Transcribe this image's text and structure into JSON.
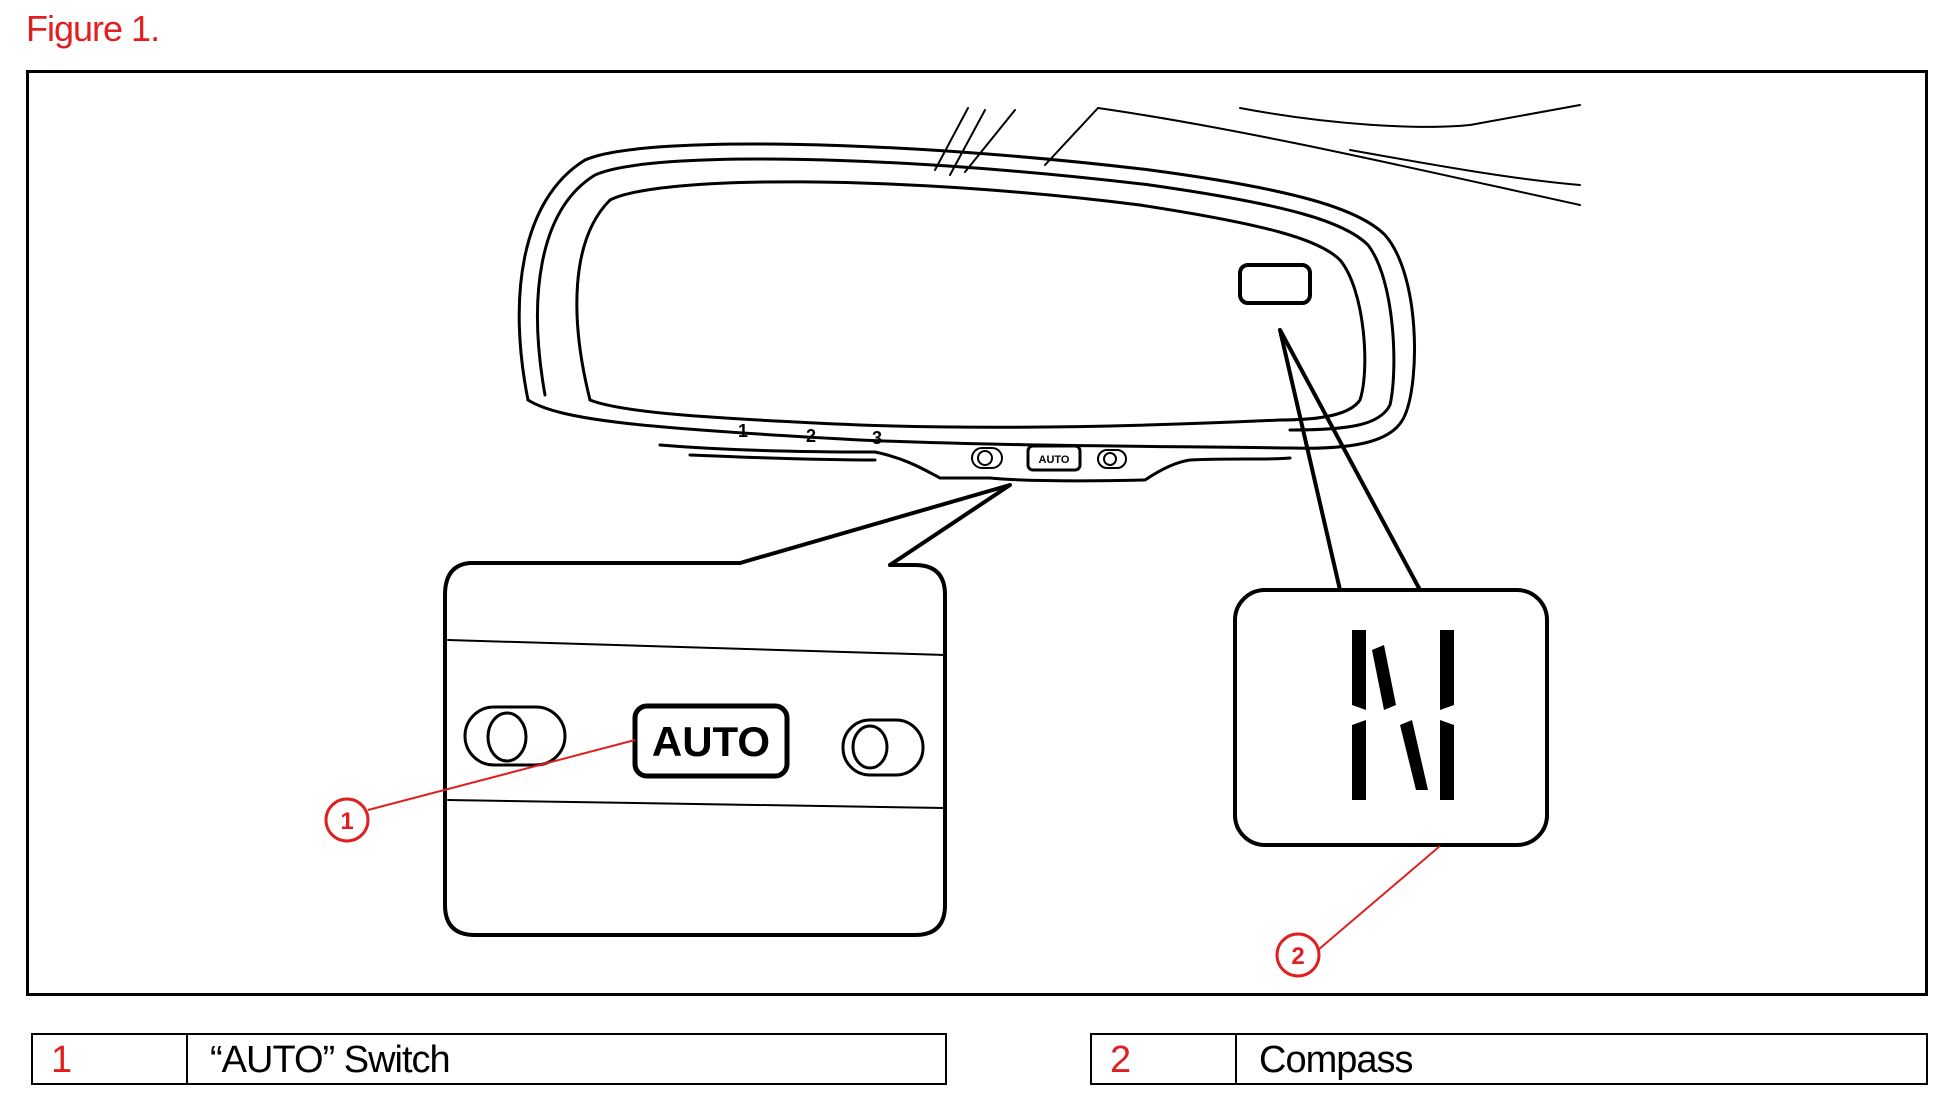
{
  "figure_label": "Figure 1.",
  "colors": {
    "accent": "#e02020",
    "line": "#000000"
  },
  "diagram": {
    "panel_labels": [
      "1",
      "2",
      "3"
    ],
    "mirror_button_text": "AUTO",
    "zoom_button_text": "AUTO",
    "compass_heading": "N",
    "callouts": [
      "1",
      "2"
    ]
  },
  "legend": [
    {
      "number": "1",
      "text": "“AUTO” Switch"
    },
    {
      "number": "2",
      "text": "Compass"
    }
  ]
}
